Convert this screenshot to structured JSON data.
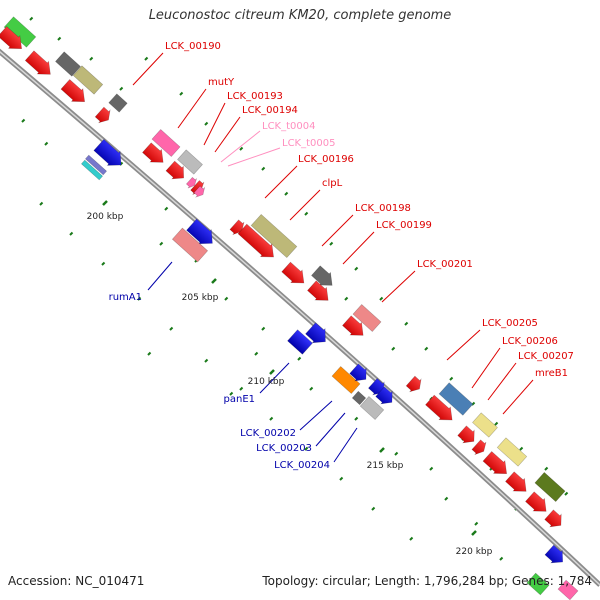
{
  "title": "Leuconostoc citreum KM20, complete genome",
  "accession_line": "Accession: NC_010471",
  "summary_line": "Topology: circular; Length: 1,796,284 bp; Genes: 1,784",
  "colors": {
    "backbone": "#8c8c8c",
    "forward_label": "#dd0000",
    "trna_label": "#ff8fbf",
    "reverse_label": "#0000aa",
    "tick": "#1a7a1a",
    "cds_red": "#ee0000",
    "blue": "#0000dd",
    "gray_dark": "#666666",
    "gray_light": "#bbbbbb",
    "olive": "#bdb878",
    "olive_dark": "#5c7a1e",
    "salmon": "#ee8888",
    "pink": "#ff66aa",
    "orange": "#ff8800",
    "steel": "#4a7fb5",
    "khaki": "#ece08a",
    "green": "#44cc44",
    "teal": "#33cccc",
    "purple": "#7777cc"
  },
  "position_labels": [
    "200 kbp",
    "205 kbp",
    "210 kbp",
    "215 kbp",
    "220 kbp"
  ],
  "forward_gene_labels": [
    "LCK_00190",
    "mutY",
    "LCK_00193",
    "LCK_00194",
    "LCK_00196",
    "clpL",
    "LCK_00198",
    "LCK_00199",
    "LCK_00201",
    "LCK_00205",
    "LCK_00206",
    "LCK_00207",
    "mreB1"
  ],
  "trna_labels": [
    "LCK_t0004",
    "LCK_t0005"
  ],
  "reverse_gene_labels": [
    "rumA1",
    "panE1",
    "LCK_00202",
    "LCK_00203",
    "LCK_00204"
  ]
}
